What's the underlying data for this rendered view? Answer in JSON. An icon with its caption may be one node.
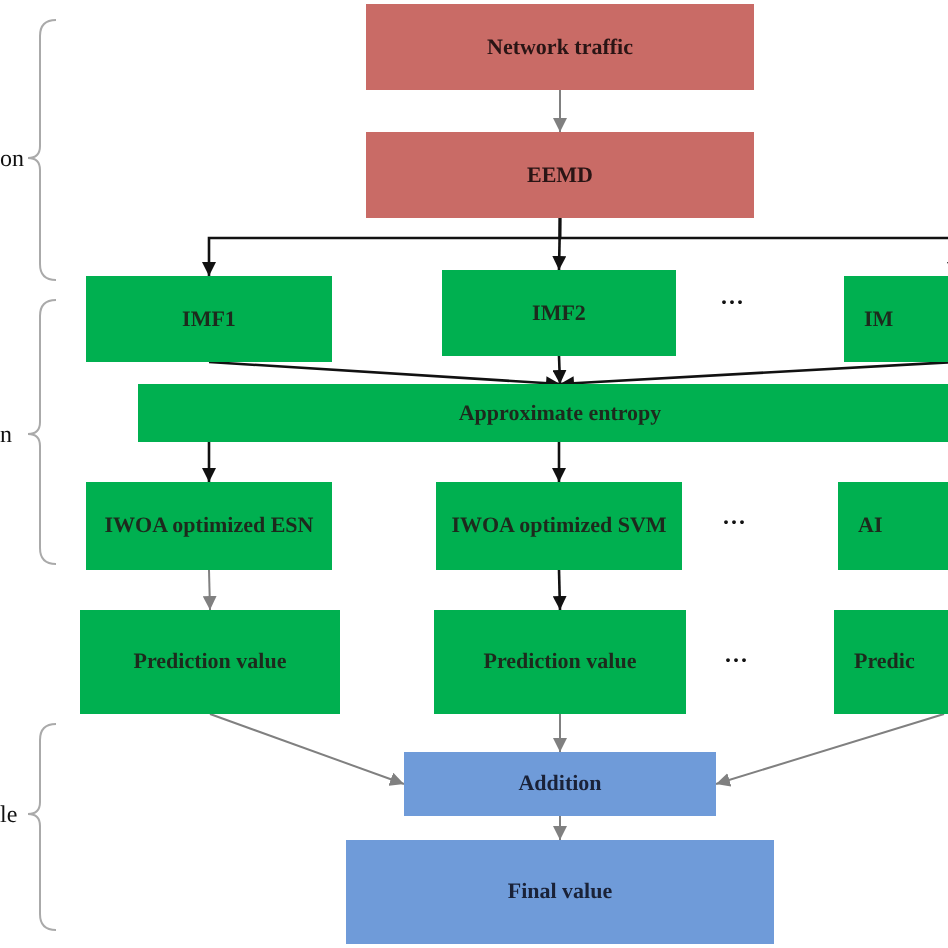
{
  "diagram": {
    "nodes": [
      {
        "text": [
          "Network traffic"
        ]
      },
      {
        "text": [
          "EEMD"
        ]
      },
      {
        "text": [
          "IMF1"
        ]
      },
      {
        "text": [
          "IMF2"
        ]
      },
      {
        "text": [
          "IM"
        ]
      },
      {
        "text": [
          "Approximate entropy"
        ]
      },
      {
        "text": [
          "IWOA optimized ESN"
        ]
      },
      {
        "text": [
          "IWOA optimized SVM"
        ]
      },
      {
        "text": [
          "AI"
        ]
      },
      {
        "text": [
          "Prediction value"
        ]
      },
      {
        "text": [
          "Prediction value"
        ]
      },
      {
        "text": [
          "Predic"
        ]
      },
      {
        "text": [
          "Addition"
        ]
      },
      {
        "text": [
          "Final value"
        ]
      }
    ],
    "edges": [
      {
        "from": 0,
        "to": 1,
        "arrow": "to",
        "color": "#808080"
      },
      {
        "from": 1,
        "to": 2,
        "arrow": "to"
      },
      {
        "from": 1,
        "to": 3,
        "arrow": "to"
      },
      {
        "from": 1,
        "to": 4,
        "arrow": "to"
      },
      {
        "from": 2,
        "to": 5,
        "arrow": "to"
      },
      {
        "from": 3,
        "to": 5,
        "arrow": "to"
      },
      {
        "from": 4,
        "to": 5,
        "arrow": "to"
      },
      {
        "from": 5,
        "to": 6,
        "arrow": "to"
      },
      {
        "from": 5,
        "to": 7,
        "arrow": "to"
      },
      {
        "from": 6,
        "to": 9,
        "arrow": "to",
        "color": "#808080"
      },
      {
        "from": 7,
        "to": 10,
        "arrow": "to"
      },
      {
        "from": 9,
        "to": 12,
        "arrow": "to",
        "color": "#808080"
      },
      {
        "from": 10,
        "to": 12,
        "arrow": "to",
        "color": "#808080"
      },
      {
        "from": 11,
        "to": 12,
        "arrow": "to",
        "color": "#808080"
      },
      {
        "from": 12,
        "to": 13,
        "arrow": "to",
        "color": "#808080"
      }
    ],
    "labels": [
      "on",
      "n",
      "le",
      "···",
      "···",
      "···"
    ]
  }
}
